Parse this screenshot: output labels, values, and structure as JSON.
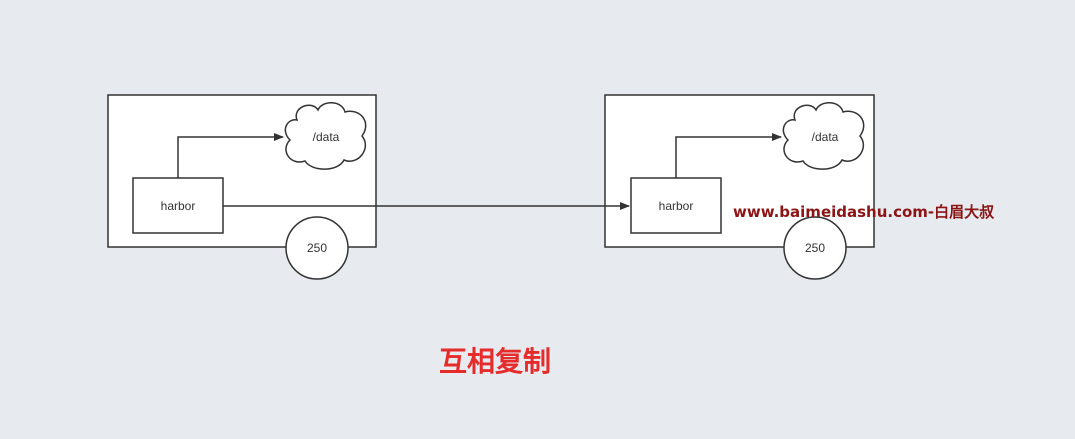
{
  "left_host": {
    "service_label": "harbor",
    "storage_label": "/data",
    "node_label": "250"
  },
  "right_host": {
    "service_label": "harbor",
    "storage_label": "/data",
    "node_label": "250"
  },
  "watermark": "www.baimeidashu.com-白眉大叔",
  "caption": "互相复制",
  "colors": {
    "background": "#e7eaef",
    "stroke": "#333333",
    "caption": "#e62b2b",
    "watermark": "#8b1414"
  }
}
